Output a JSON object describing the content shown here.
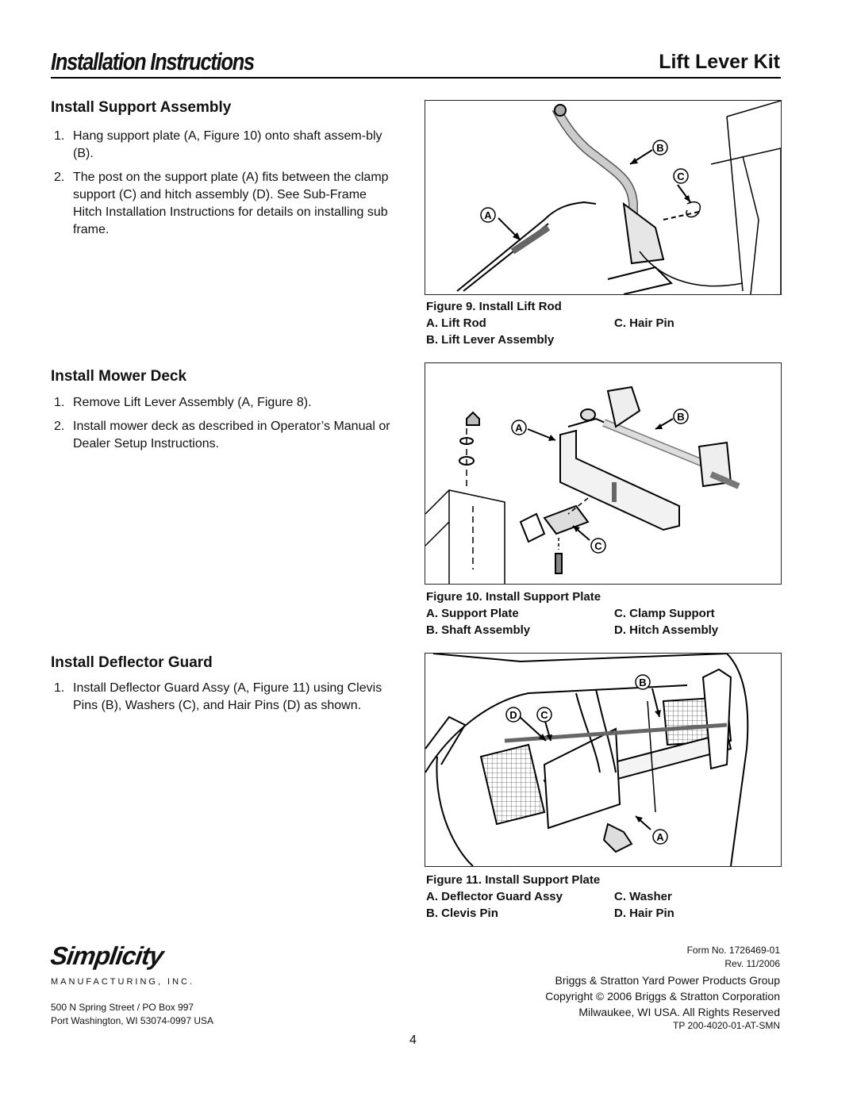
{
  "header": {
    "title": "Installation Instructions",
    "kit": "Lift Lever Kit"
  },
  "sections": {
    "support": {
      "heading": "Install Support Assembly",
      "steps": [
        {
          "num": "1.",
          "text": "Hang support plate (A, Figure 10) onto shaft assem-bly (B)."
        },
        {
          "num": "2.",
          "text": "The post on the support plate (A) fits between the clamp support (C) and hitch assembly (D).  See Sub-Frame Hitch Installation Instructions for details on installing sub frame."
        }
      ]
    },
    "deck": {
      "heading": "Install Mower Deck",
      "steps": [
        {
          "num": "1.",
          "text": "Remove Lift Lever Assembly (A, Figure 8)."
        },
        {
          "num": "2.",
          "text": "Install mower deck as described in Operator’s Manual or Dealer Setup Instructions."
        }
      ]
    },
    "guard": {
      "heading": "Install Deflector Guard",
      "steps": [
        {
          "num": "1.",
          "text": "Install Deflector Guard Assy (A, Figure 11) using Clevis Pins (B), Washers (C), and Hair Pins (D) as shown."
        }
      ]
    }
  },
  "figures": {
    "fig9": {
      "caption": "Figure 9.  Install Lift Rod",
      "legend": [
        [
          "A.  Lift Rod",
          "C.  Hair Pin"
        ],
        [
          "B.  Lift Lever Assembly",
          ""
        ]
      ],
      "callouts": {
        "a": "A",
        "b": "B",
        "c": "C"
      }
    },
    "fig10": {
      "caption": "Figure 10.  Install Support Plate",
      "legend": [
        [
          "A.  Support Plate",
          "C.  Clamp Support"
        ],
        [
          "B.  Shaft Assembly",
          "D.  Hitch Assembly"
        ]
      ],
      "callouts": {
        "a": "A",
        "b": "B",
        "c": "C"
      }
    },
    "fig11": {
      "caption": "Figure 11.  Install Support Plate",
      "legend": [
        [
          "A.  Deflector Guard Assy",
          "C.  Washer"
        ],
        [
          "B.  Clevis Pin",
          "D.  Hair Pin"
        ]
      ],
      "callouts": {
        "a": "A",
        "b": "B",
        "c": "C",
        "d": "D"
      }
    }
  },
  "footer": {
    "logo": "Simplicity",
    "manufacturing": "MANUFACTURING, INC.",
    "address1": "500 N Spring Street / PO Box 997",
    "address2": "Port Washington, WI 53074-0997  USA",
    "form_no": "Form No. 1726469-01",
    "rev": "Rev. 11/2006",
    "group": "Briggs & Stratton Yard Power Products Group",
    "copyright": "Copyright © 2006  Briggs & Stratton Corporation",
    "rights": "Milwaukee, WI USA.  All Rights Reserved",
    "tp": "TP 200-4020-01-AT-SMN",
    "page": "4"
  }
}
